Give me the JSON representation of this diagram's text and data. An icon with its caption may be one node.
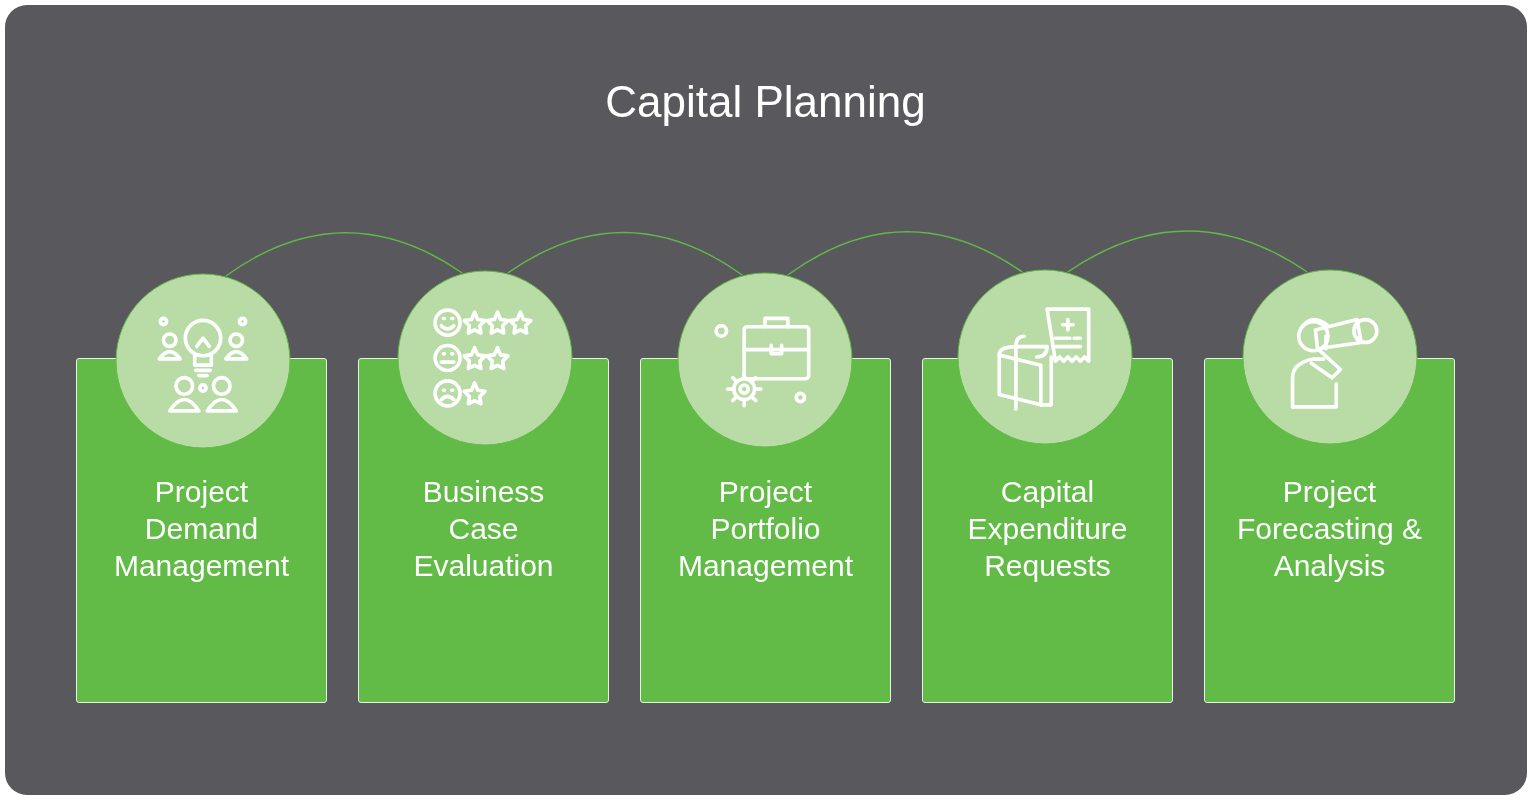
{
  "diagram": {
    "title": "Capital Planning",
    "nodes": [
      {
        "text": [
          "Project Demand Management"
        ]
      },
      {
        "text": [
          "Business Case Evaluation"
        ]
      },
      {
        "text": [
          "Project Portfolio Management"
        ]
      },
      {
        "text": [
          "Capital Expenditure Requests"
        ]
      },
      {
        "text": [
          "Project Forecasting & Analysis"
        ]
      },
      {
        "text": [],
        "shape": "circle"
      },
      {
        "text": [],
        "shape": "circle"
      },
      {
        "text": [],
        "shape": "circle"
      },
      {
        "text": [],
        "shape": "circle"
      },
      {
        "text": [],
        "shape": "circle"
      }
    ],
    "edges": [
      {
        "from": 5,
        "to": 6,
        "arrow": "none"
      },
      {
        "from": 6,
        "to": 7,
        "arrow": "none"
      },
      {
        "from": 7,
        "to": 8,
        "arrow": "none"
      },
      {
        "from": 8,
        "to": 9,
        "arrow": "none"
      }
    ]
  }
}
